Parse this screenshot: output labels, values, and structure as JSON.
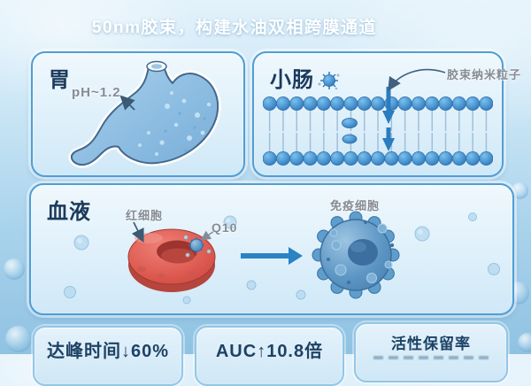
{
  "header": {
    "title": "50nm胶束，构建水油双相跨膜通道"
  },
  "stomach_card": {
    "title": "胃",
    "ph_label": "pH~1.2"
  },
  "intestine_card": {
    "title": "小肠",
    "particle_label": "胶束纳米粒子"
  },
  "blood_card": {
    "title": "血液",
    "rbc_label": "红细胞",
    "q10_label": "Q10",
    "immune_label": "免疫细胞"
  },
  "metric_cards": [
    {
      "label": "达峰时间↓60%"
    },
    {
      "label": "AUC↑10.8倍"
    },
    {
      "label": "活性保留率"
    }
  ],
  "colors": {
    "card_border": "#4f9ed6",
    "title_navy": "#1b3a5c",
    "label_gray": "#858b94",
    "rbc_red": "#e2625a",
    "membrane_blue": "#4a96d2",
    "arrow_blue": "#2b83c4",
    "header_text": "#ffffff"
  }
}
